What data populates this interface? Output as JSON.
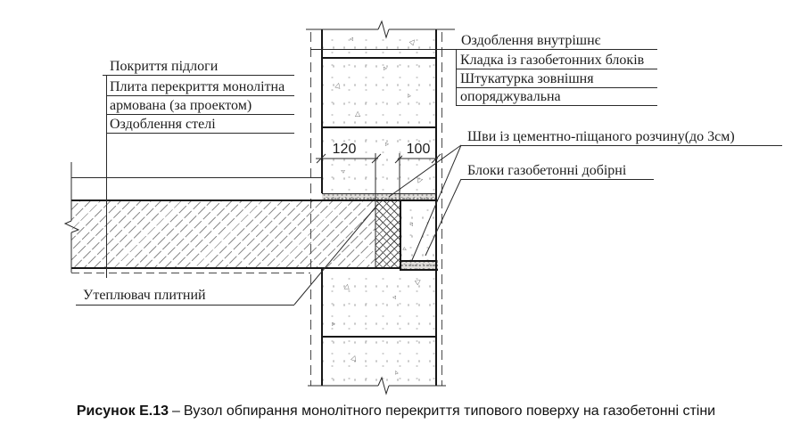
{
  "figure": {
    "caption_label": "Рисунок Е.13",
    "caption_separator": "–",
    "caption_text": "Вузол обпирання монолітного перекриття типового поверху на газобетонні стіни"
  },
  "floor_callout": {
    "rows": [
      "Покриття підлоги",
      "Плита перекриття монолітна",
      "армована (за проектом)",
      "Оздоблення стелі"
    ]
  },
  "wall_callout": {
    "rows": [
      "Оздоблення внутрішнє",
      "Кладка із газобетонних блоків",
      "Штукатурка зовнішня",
      "опоряджувальна"
    ]
  },
  "annotations": {
    "mortar_joints": "Шви із цементно-піщаного розчину(до 3см)",
    "infill_blocks": "Блоки газобетонні добірні",
    "insulation": "Утеплювач плитний"
  },
  "dimensions": {
    "slab_bearing": "120",
    "infill_block": "100"
  }
}
